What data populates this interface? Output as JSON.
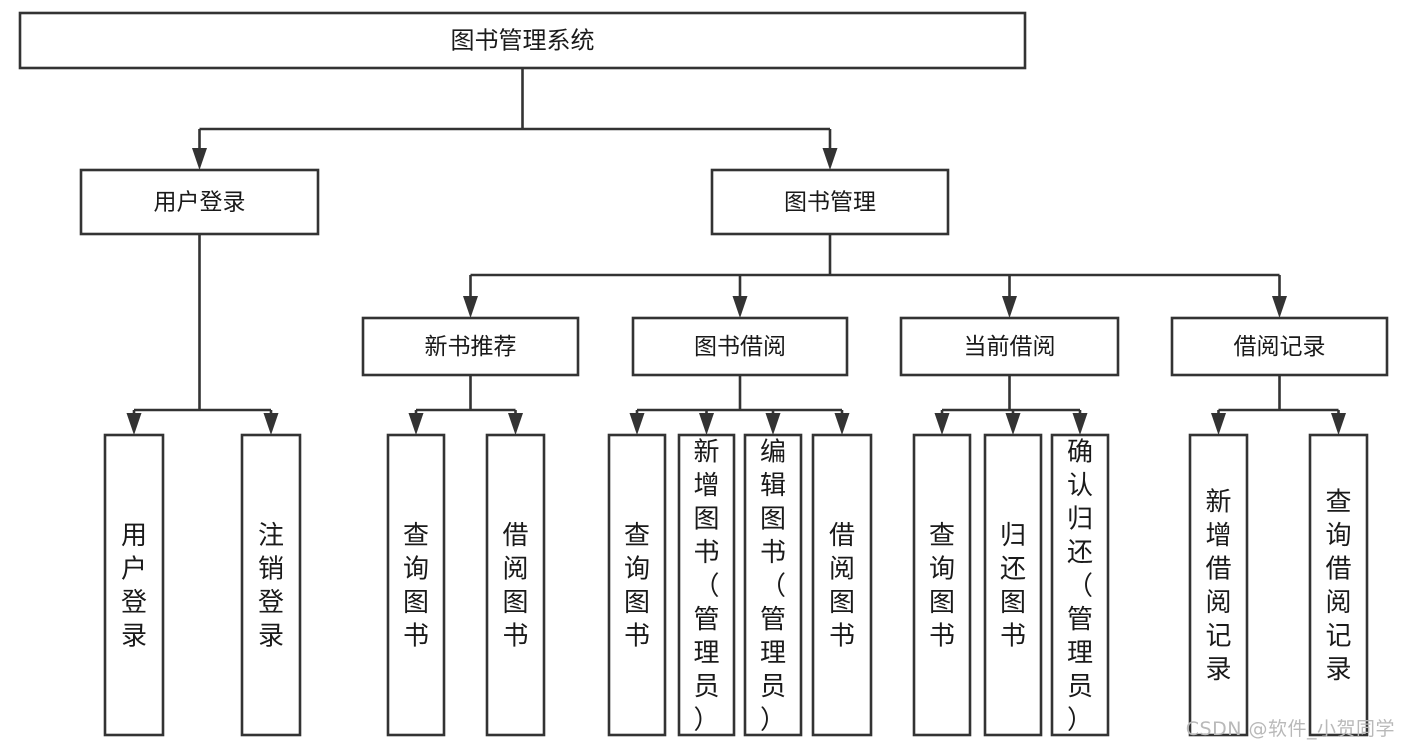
{
  "title": "图书管理系统",
  "watermark": "CSDN @软件_小贺同学",
  "chart_data": {
    "type": "diagram",
    "diagram_kind": "hierarchy-tree",
    "title": "图书管理系统",
    "orientation": "top-down",
    "edge_style": "orthogonal-elbow-with-arrowheads",
    "colors": {
      "box_fill": "#ffffff",
      "box_stroke": "#333333",
      "text": "#1a1a1a",
      "watermark": "#b9b9b9",
      "background": "#ffffff"
    },
    "levels": [
      {
        "level": 1,
        "nodes": [
          "图书管理系统"
        ]
      },
      {
        "level": 2,
        "nodes": [
          "用户登录",
          "图书管理"
        ]
      },
      {
        "level": 3,
        "nodes": [
          "新书推荐",
          "图书借阅",
          "当前借阅",
          "借阅记录"
        ]
      },
      {
        "level": 4,
        "nodes": [
          "用户登录",
          "注销登录",
          "查询图书",
          "借阅图书",
          "查询图书",
          "新增图书（管理员）",
          "编辑图书（管理员）",
          "借阅图书",
          "查询图书",
          "归还图书",
          "确认归还（管理员）",
          "新增借阅记录",
          "查询借阅记录"
        ]
      }
    ],
    "edges": [
      {
        "from": "图书管理系统",
        "to": "用户登录"
      },
      {
        "from": "图书管理系统",
        "to": "图书管理"
      },
      {
        "from": "图书管理",
        "to": "新书推荐"
      },
      {
        "from": "图书管理",
        "to": "图书借阅"
      },
      {
        "from": "图书管理",
        "to": "当前借阅"
      },
      {
        "from": "图书管理",
        "to": "借阅记录"
      },
      {
        "from": "用户登录",
        "to": "用户登录"
      },
      {
        "from": "用户登录",
        "to": "注销登录"
      },
      {
        "from": "新书推荐",
        "to": "查询图书"
      },
      {
        "from": "新书推荐",
        "to": "借阅图书"
      },
      {
        "from": "图书借阅",
        "to": "查询图书"
      },
      {
        "from": "图书借阅",
        "to": "新增图书（管理员）"
      },
      {
        "from": "图书借阅",
        "to": "编辑图书（管理员）"
      },
      {
        "from": "图书借阅",
        "to": "借阅图书"
      },
      {
        "from": "当前借阅",
        "to": "查询图书"
      },
      {
        "from": "当前借阅",
        "to": "归还图书"
      },
      {
        "from": "当前借阅",
        "to": "确认归还（管理员）"
      },
      {
        "from": "借阅记录",
        "to": "新增借阅记录"
      },
      {
        "from": "借阅记录",
        "to": "查询借阅记录"
      }
    ]
  },
  "root": {
    "label": "图书管理系统"
  },
  "level2": [
    {
      "id": "user-login",
      "label": "用户登录"
    },
    {
      "id": "book-management",
      "label": "图书管理"
    }
  ],
  "level3": [
    {
      "id": "new-book-recommend",
      "label": "新书推荐"
    },
    {
      "id": "book-borrow",
      "label": "图书借阅"
    },
    {
      "id": "current-borrow",
      "label": "当前借阅"
    },
    {
      "id": "borrow-record",
      "label": "借阅记录"
    }
  ],
  "leaves": [
    {
      "id": "leaf-user-login",
      "lines": [
        "用",
        "户",
        "登",
        "录"
      ]
    },
    {
      "id": "leaf-logout",
      "lines": [
        "注",
        "销",
        "登",
        "录"
      ]
    },
    {
      "id": "leaf-query-book-1",
      "lines": [
        "查",
        "询",
        "图",
        "书"
      ]
    },
    {
      "id": "leaf-borrow-book-1",
      "lines": [
        "借",
        "阅",
        "图",
        "书"
      ]
    },
    {
      "id": "leaf-query-book-2",
      "lines": [
        "查",
        "询",
        "图",
        "书"
      ]
    },
    {
      "id": "leaf-add-book",
      "lines": [
        "新",
        "增",
        "图",
        "书",
        "（",
        "管",
        "理",
        "员",
        "）"
      ]
    },
    {
      "id": "leaf-edit-book",
      "lines": [
        "编",
        "辑",
        "图",
        "书",
        "（",
        "管",
        "理",
        "员",
        "）"
      ]
    },
    {
      "id": "leaf-borrow-book-2",
      "lines": [
        "借",
        "阅",
        "图",
        "书"
      ]
    },
    {
      "id": "leaf-query-book-3",
      "lines": [
        "查",
        "询",
        "图",
        "书"
      ]
    },
    {
      "id": "leaf-return-book",
      "lines": [
        "归",
        "还",
        "图",
        "书"
      ]
    },
    {
      "id": "leaf-confirm-return",
      "lines": [
        "确",
        "认",
        "归",
        "还",
        "（",
        "管",
        "理",
        "员",
        "）"
      ]
    },
    {
      "id": "leaf-add-record",
      "lines": [
        "新",
        "增",
        "借",
        "阅",
        "记",
        "录"
      ]
    },
    {
      "id": "leaf-query-record",
      "lines": [
        "查",
        "询",
        "借",
        "阅",
        "记",
        "录"
      ]
    }
  ]
}
